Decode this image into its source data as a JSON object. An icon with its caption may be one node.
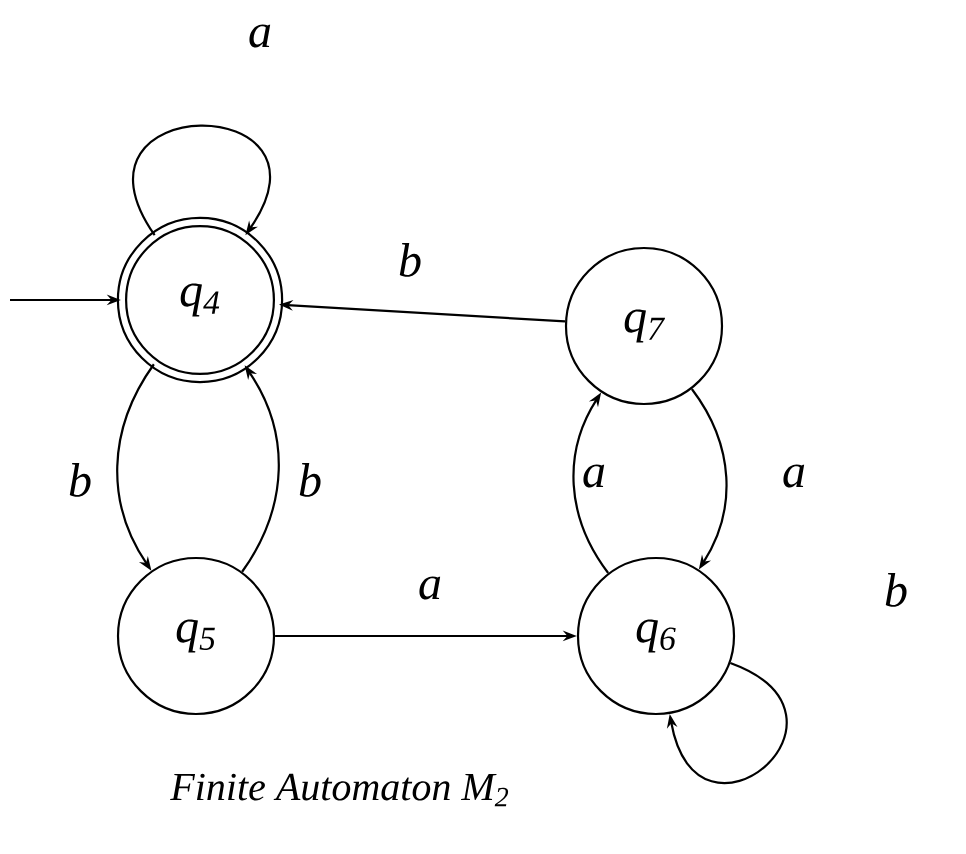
{
  "diagram": {
    "caption": "Finite Automaton M$_{2}$",
    "nodes": [
      {
        "text": [
          "q$_{4}$"
        ]
      },
      {
        "text": [
          "q$_{7}$"
        ]
      },
      {
        "text": [
          "q$_{5}$"
        ]
      },
      {
        "text": [
          "q$_{6}$"
        ]
      }
    ],
    "edges": [
      {
        "from": null,
        "to": 0,
        "arrow": "to"
      },
      {
        "from": 0,
        "to": 0,
        "arrow": "to",
        "label": "a"
      },
      {
        "from": 1,
        "to": 0,
        "arrow": "to",
        "label": "b"
      },
      {
        "from": 0,
        "to": 2,
        "arrow": "to",
        "label": "b"
      },
      {
        "from": 2,
        "to": 0,
        "arrow": "to",
        "label": "b"
      },
      {
        "from": 1,
        "to": 3,
        "arrow": "to",
        "label": "a"
      },
      {
        "from": 3,
        "to": 1,
        "arrow": "to",
        "label": "a"
      },
      {
        "from": 2,
        "to": 3,
        "arrow": "to",
        "label": "a"
      },
      {
        "from": 3,
        "to": 3,
        "arrow": "to",
        "label": "b"
      }
    ]
  }
}
